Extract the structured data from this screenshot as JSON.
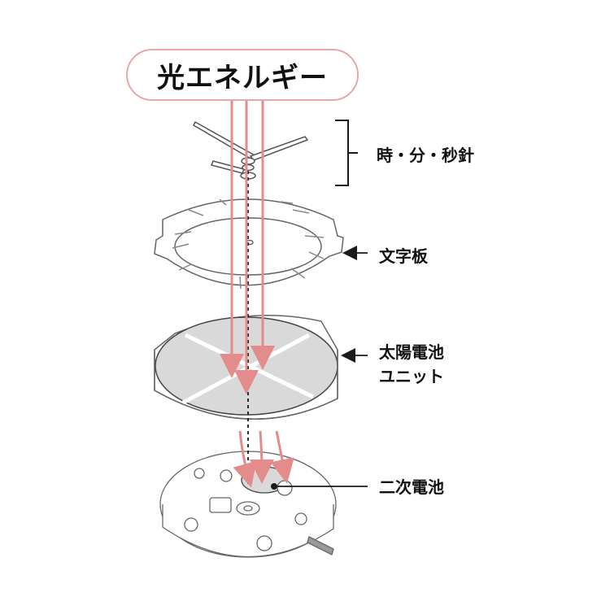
{
  "title": "光エネルギー",
  "labels": {
    "hands": "時・分・秒針",
    "dial": "文字板",
    "solar_line1": "太陽電池",
    "solar_line2": "ユニット",
    "battery": "二次電池"
  },
  "colors": {
    "accent": "#e9a6a6",
    "arrow": "#e48b8b",
    "line": "#1a1a1a",
    "fill": "#d9d9d9"
  }
}
